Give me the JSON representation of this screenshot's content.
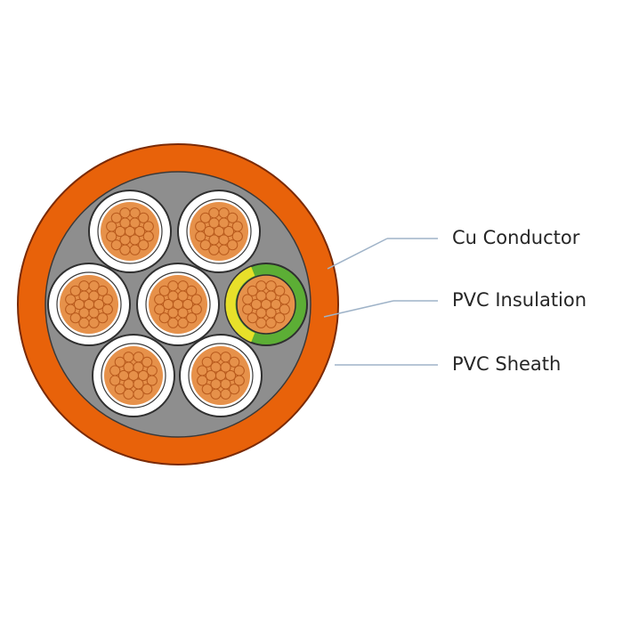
{
  "callouts": [
    {
      "id": "conductor",
      "label": "Cu Conductor"
    },
    {
      "id": "insulation",
      "label": "PVC Insulation"
    },
    {
      "id": "sheath",
      "label": "PVC Sheath"
    }
  ],
  "cable": {
    "core_count": 7,
    "earth_core_count": 1
  },
  "colors": {
    "sheath_orange": "#e8620a",
    "sheath_outline": "#7a2a06",
    "filler_gray": "#8e8e8e",
    "insulation_white": "#ffffff",
    "earth_green": "#5cae35",
    "earth_yellow": "#e8e02a",
    "strand_fill": "#e6914a",
    "strand_outline": "#b85a1d",
    "leader_line": "#9fb3c8",
    "label_text": "#262626"
  }
}
